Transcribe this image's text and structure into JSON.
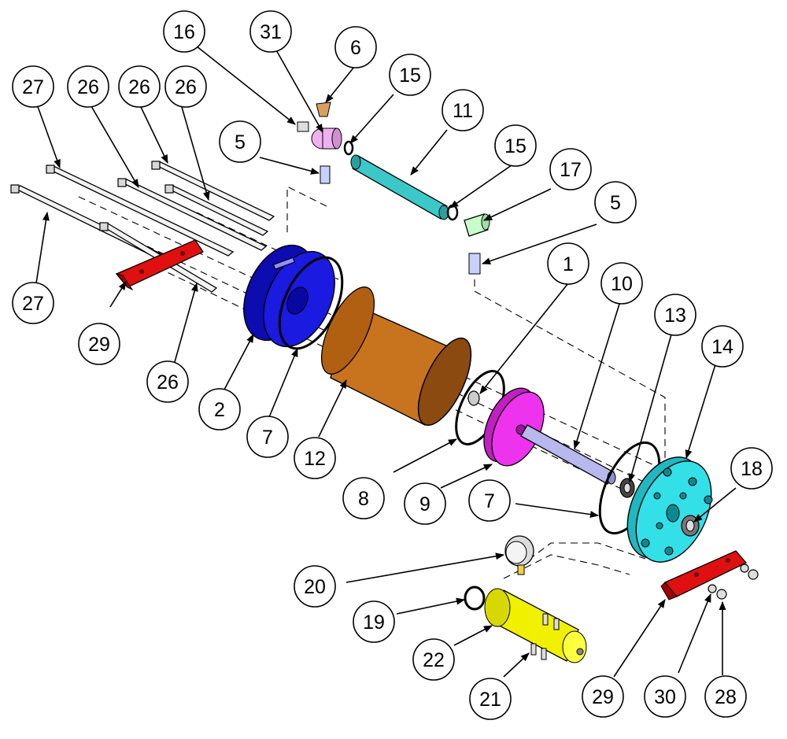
{
  "diagram": {
    "balloons": [
      {
        "id": "b16",
        "label": "16",
        "color": "#ffffff"
      },
      {
        "id": "b31",
        "label": "31",
        "color": "#ffffff"
      },
      {
        "id": "b6",
        "label": "6",
        "color": "#ffffff"
      },
      {
        "id": "b15a",
        "label": "15",
        "color": "#ffffff"
      },
      {
        "id": "b11",
        "label": "11",
        "color": "#ffffff"
      },
      {
        "id": "b15b",
        "label": "15",
        "color": "#ffffff"
      },
      {
        "id": "b17",
        "label": "17",
        "color": "#ffffff"
      },
      {
        "id": "b5a",
        "label": "5",
        "color": "#ffffff"
      },
      {
        "id": "b5b",
        "label": "5",
        "color": "#ffffff"
      },
      {
        "id": "b27a",
        "label": "27",
        "color": "#ffffff"
      },
      {
        "id": "b26a",
        "label": "26",
        "color": "#ffffff"
      },
      {
        "id": "b26b",
        "label": "26",
        "color": "#ffffff"
      },
      {
        "id": "b26c",
        "label": "26",
        "color": "#ffffff"
      },
      {
        "id": "b27b",
        "label": "27",
        "color": "#ffffff"
      },
      {
        "id": "b29a",
        "label": "29",
        "color": "#ffffff"
      },
      {
        "id": "b26d",
        "label": "26",
        "color": "#ffffff"
      },
      {
        "id": "b2",
        "label": "2",
        "color": "#ffffff"
      },
      {
        "id": "b7a",
        "label": "7",
        "color": "#ffffff"
      },
      {
        "id": "b12",
        "label": "12",
        "color": "#ffffff"
      },
      {
        "id": "b1",
        "label": "1",
        "color": "#ffffff"
      },
      {
        "id": "b10",
        "label": "10",
        "color": "#ffffff"
      },
      {
        "id": "b13",
        "label": "13",
        "color": "#ffffff"
      },
      {
        "id": "b14",
        "label": "14",
        "color": "#ffffff"
      },
      {
        "id": "b18",
        "label": "18",
        "color": "#ffffff"
      },
      {
        "id": "b8",
        "label": "8",
        "color": "#ffffff"
      },
      {
        "id": "b9",
        "label": "9",
        "color": "#ffffff"
      },
      {
        "id": "b7b",
        "label": "7",
        "color": "#ffffff"
      },
      {
        "id": "b20",
        "label": "20",
        "color": "#ffffff"
      },
      {
        "id": "b19",
        "label": "19",
        "color": "#ffffff"
      },
      {
        "id": "b22",
        "label": "22",
        "color": "#ffffff"
      },
      {
        "id": "b21",
        "label": "21",
        "color": "#ffffff"
      },
      {
        "id": "b29b",
        "label": "29",
        "color": "#ffffff"
      },
      {
        "id": "b30",
        "label": "30",
        "color": "#ffffff"
      },
      {
        "id": "b28",
        "label": "28",
        "color": "#ffffff"
      }
    ],
    "part_colors": {
      "front_head": "#1a1ae0",
      "rear_head": "#33e0e8",
      "cylinder_tube": "#c8741e",
      "piston": "#ee33ee",
      "piston_rod": "#b8b8ee",
      "tube_11": "#3cc8c8",
      "fitting_17": "#c8ffc8",
      "fitting_31": "#f0b0f0",
      "bracket_29": "#e01010",
      "yellow_block": "#f0f000",
      "breather_6": "#d8a060"
    }
  }
}
